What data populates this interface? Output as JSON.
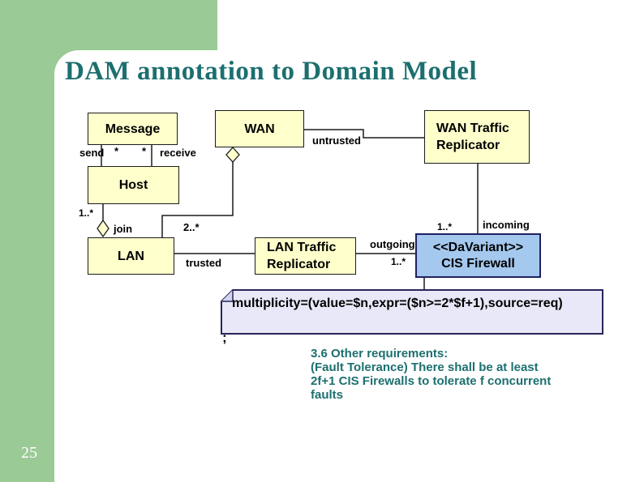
{
  "slide": {
    "title": "DAM annotation to Domain Model",
    "page_number": "25",
    "colors": {
      "accent_green": "#9aca96",
      "title_teal": "#1d6f6f",
      "class_fill": "#ffffcc",
      "variant_fill": "#a4c8ee",
      "note_fill": "#e8e8f8"
    }
  },
  "diagram": {
    "classes": {
      "message": {
        "label": "Message"
      },
      "wan": {
        "label": "WAN"
      },
      "wan_traffic_replicator": {
        "line1": "WAN Traffic",
        "line2": "Replicator"
      },
      "host": {
        "label": "Host"
      },
      "lan": {
        "label": "LAN"
      },
      "lan_traffic_replicator": {
        "line1": "LAN Traffic",
        "line2": "Replicator"
      },
      "cis_firewall": {
        "stereotype": "<<DaVariant>>",
        "name": "CIS Firewall"
      }
    },
    "labels": {
      "send": "send",
      "send_mult": "*",
      "receive_mult": "*",
      "receive": "receive",
      "untrusted": "untrusted",
      "host_mult": "1..*",
      "join": "join",
      "lan_mult": "2..*",
      "trusted": "trusted",
      "outgoing": "outgoing",
      "outgoing_mult": "1..*",
      "incoming_mult": "1..*",
      "incoming": "incoming"
    },
    "note": {
      "text": "multiplicity=(value=$n,expr=($n>=2*$f+1),source=req)",
      "overflow": ";"
    },
    "requirement": {
      "text": "3.6 Other requirements:\n(Fault Tolerance) There shall be at least\n2f+1 CIS Firewalls to tolerate f concurrent\nfaults"
    }
  }
}
